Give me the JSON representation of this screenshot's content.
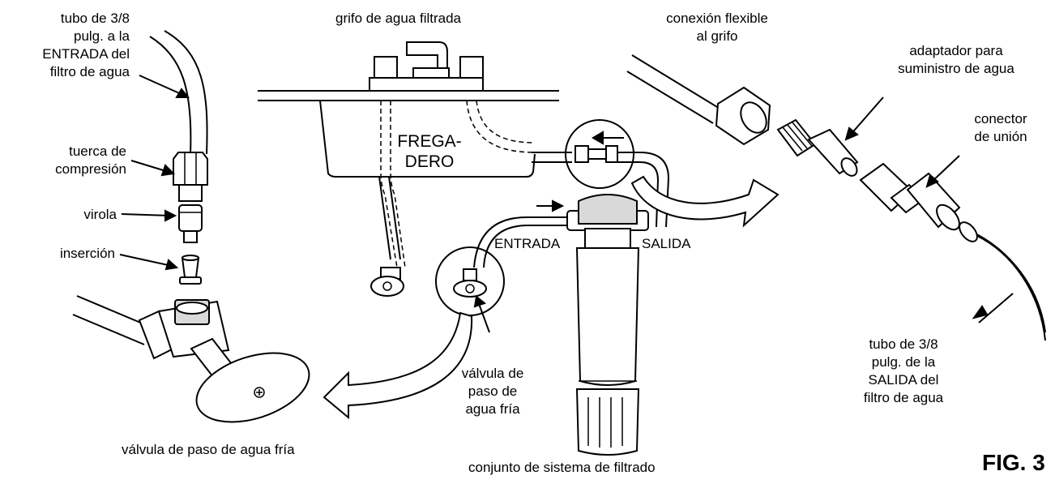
{
  "labels": {
    "inlet_tube": "tubo de 3/8\npulg. a la\nENTRADA del\nfiltro de agua",
    "compression_nut": "tuerca de\ncompresión",
    "ferrule": "virola",
    "insert": "inserción",
    "cold_valve_bottom": "válvula de paso de agua fría",
    "faucet": "grifo de agua filtrada",
    "sink": "FREGA-\nDERO",
    "entrada": "ENTRADA",
    "salida": "SALIDA",
    "cold_valve_middle": "válvula de\npaso de\nagua fría",
    "filter_system": "conjunto de sistema de filtrado",
    "flex_connection": "conexión flexible\nal grifo",
    "supply_adapter": "adaptador para\nsuministro de agua",
    "union_connector": "conector\nde unión",
    "outlet_tube": "tubo de 3/8\npulg. de la\nSALIDA del\nfiltro de agua",
    "figure": "FIG. 3"
  }
}
